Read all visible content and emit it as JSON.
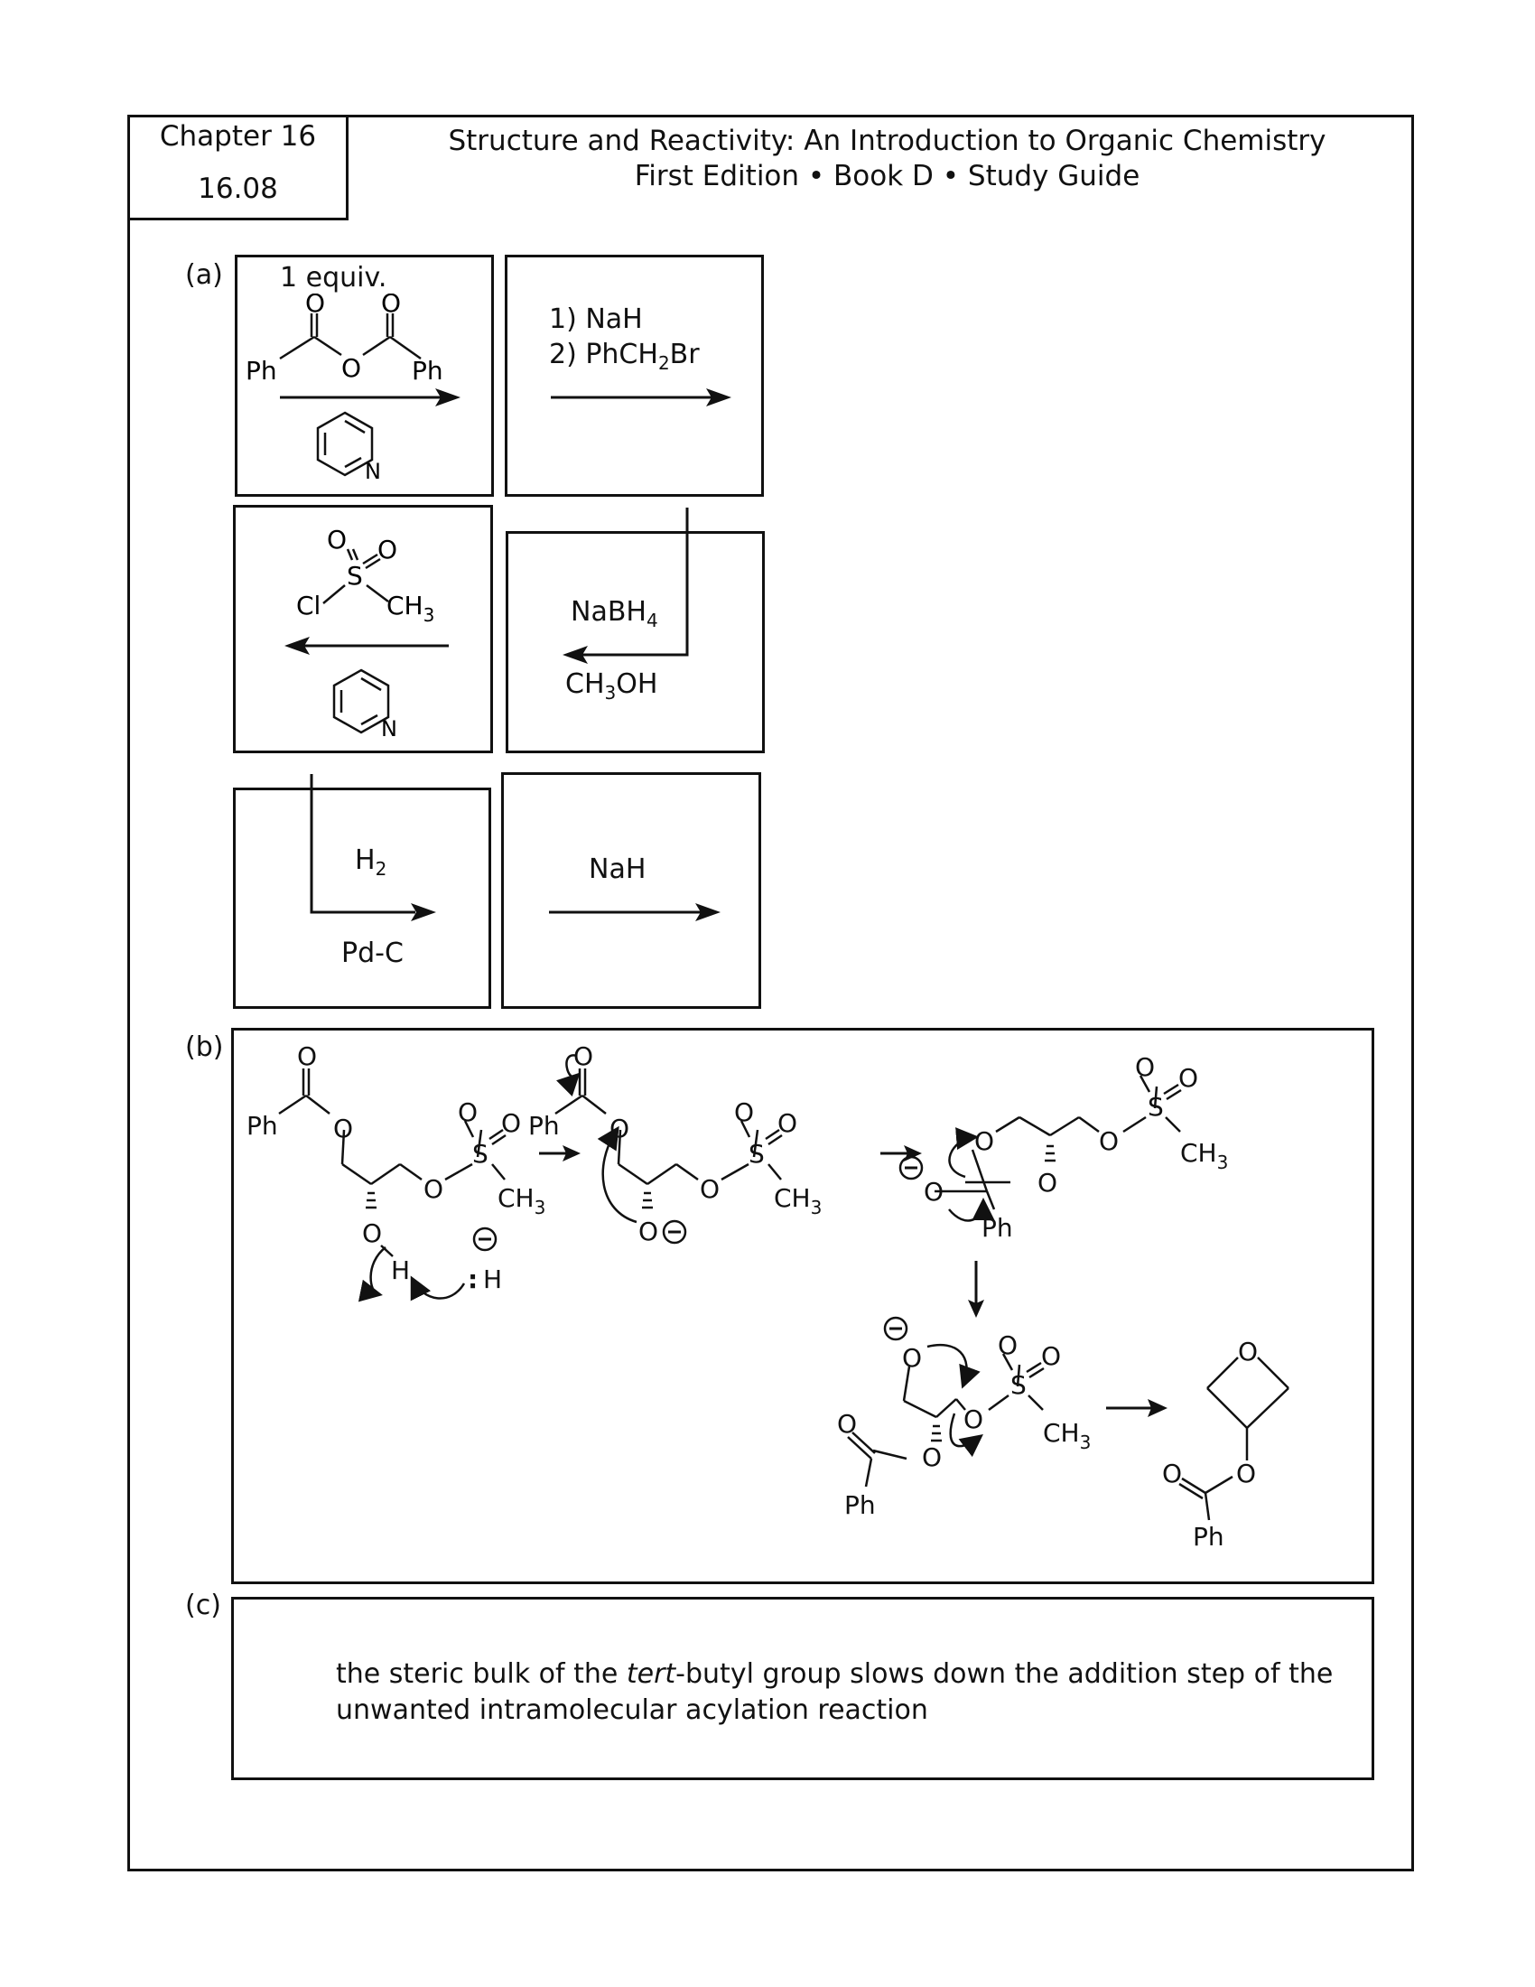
{
  "header": {
    "chapter": "Chapter 16",
    "problem": "16.08",
    "title": "Structure and Reactivity: An Introduction to Organic Chemistry",
    "subtitle": "First Edition • Book D • Study Guide"
  },
  "part_a": {
    "label": "(a)",
    "step1": {
      "amount": "1 equiv.",
      "o1": "O",
      "o2": "O",
      "ph_left": "Ph",
      "o_bridge": "O",
      "ph_right": "Ph",
      "pyridine_n": "N"
    },
    "step2": {
      "line1": "1) NaH",
      "line2_prefix": "2) PhCH",
      "line2_sub": "2",
      "line2_suffix": "Br"
    },
    "step3": {
      "reagent": "NaBH",
      "reagent_sub": "4",
      "solvent": "CH",
      "solvent_sub": "3",
      "solvent_suffix": "OH"
    },
    "step4": {
      "o1": "O",
      "o2": "O",
      "s": "S",
      "cl": "Cl",
      "ch3": "CH",
      "ch3_sub": "3",
      "pyridine_n": "N"
    },
    "step5": {
      "reagent": "H",
      "reagent_sub": "2",
      "catalyst": "Pd-C"
    },
    "step6": {
      "reagent": "NaH"
    }
  },
  "part_b": {
    "label": "(b)",
    "atoms": {
      "o": "O",
      "ph": "Ph",
      "s": "S",
      "ch3": "CH",
      "three": "3",
      "h": "H",
      "minus": "−",
      "colon": ":"
    }
  },
  "part_c": {
    "label": "(c)",
    "text_pre": "the steric bulk of the ",
    "text_italic": "tert",
    "text_post": "-butyl group slows down the addition step of the",
    "text_line2": "unwanted intramolecular acylation reaction"
  }
}
